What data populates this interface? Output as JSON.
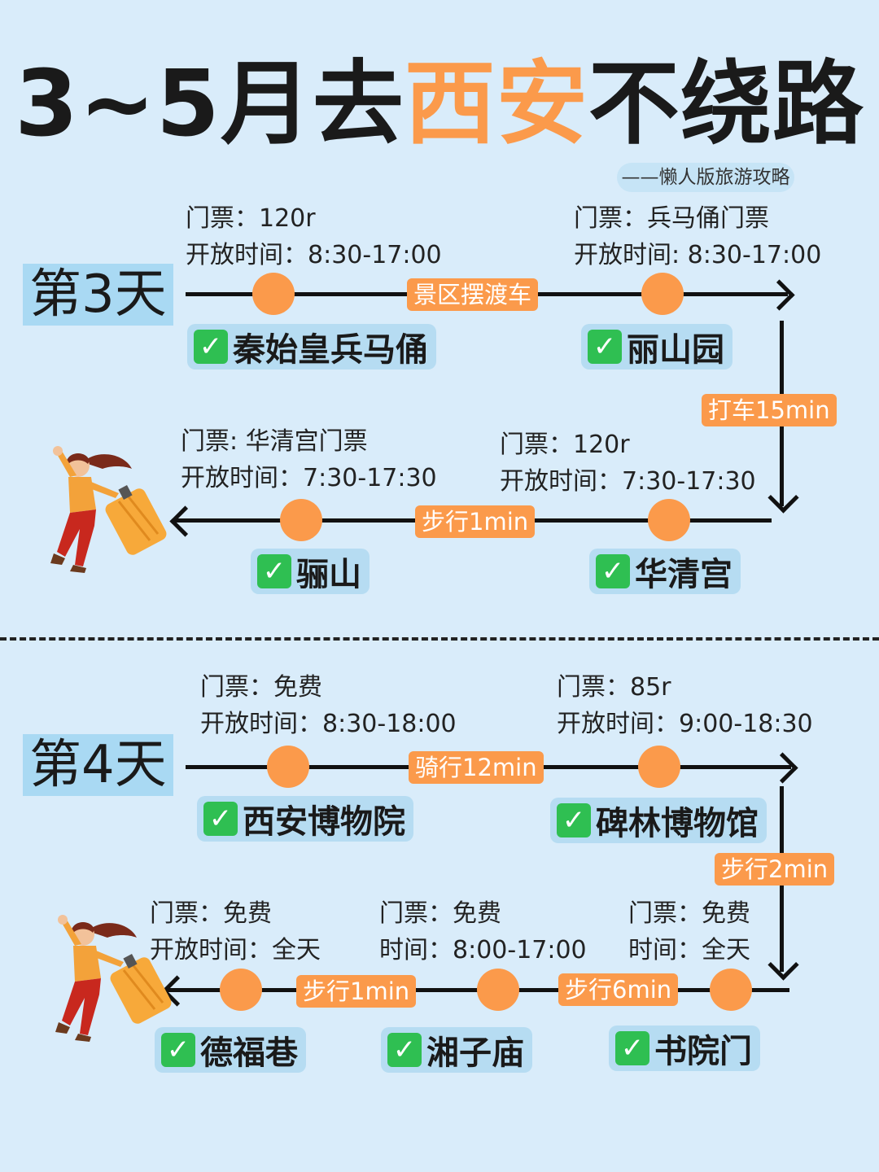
{
  "title": {
    "prefix": "3~5月去",
    "highlight": "西安",
    "suffix": "不绕路"
  },
  "subtitle": "——懒人版旅游攻略",
  "colors": {
    "accent": "#fb9a4b",
    "background": "#d9ecfa",
    "check": "#2fbf52"
  },
  "day3": {
    "label": "第3天",
    "stops": [
      {
        "name": "秦始皇兵马俑",
        "ticket": "门票：120r",
        "hours": "开放时间：8:30-17:00"
      },
      {
        "name": "丽山园",
        "ticket": "门票：兵马俑门票",
        "hours": "开放时间: 8:30-17:00"
      },
      {
        "name": "华清宫",
        "ticket": "门票：120r",
        "hours": "开放时间：7:30-17:30"
      },
      {
        "name": "骊山",
        "ticket": "门票: 华清宫门票",
        "hours": "开放时间：7:30-17:30"
      }
    ],
    "transport": [
      "景区摆渡车",
      "打车15min",
      "步行1min"
    ]
  },
  "day4": {
    "label": "第4天",
    "stops": [
      {
        "name": "西安博物院",
        "ticket": "门票：免费",
        "hours": "开放时间：8:30-18:00"
      },
      {
        "name": "碑林博物馆",
        "ticket": "门票：85r",
        "hours": "开放时间：9:00-18:30"
      },
      {
        "name": "书院门",
        "ticket": "门票：免费",
        "hours": "时间：全天"
      },
      {
        "name": "湘子庙",
        "ticket": "门票：免费",
        "hours": "时间：8:00-17:00"
      },
      {
        "name": "德福巷",
        "ticket": "门票：免费",
        "hours": "开放时间：全天"
      }
    ],
    "transport": [
      "骑行12min",
      "步行2min",
      "步行6min",
      "步行1min"
    ]
  },
  "icons": {
    "check": "check-mark-icon",
    "traveler": "traveler-illustration"
  }
}
